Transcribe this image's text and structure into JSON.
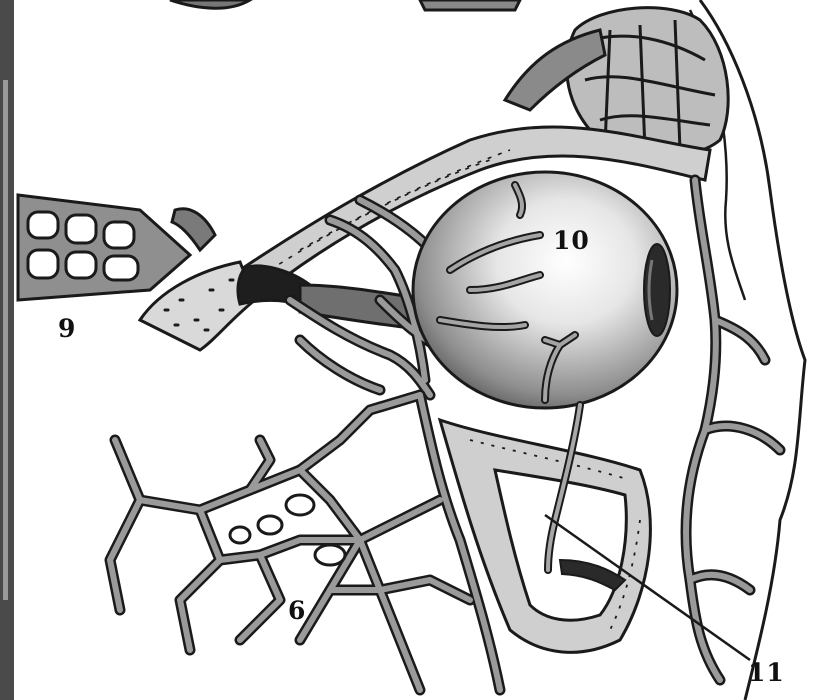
{
  "labels": {
    "nine": "9",
    "ten": "10",
    "six": "6",
    "eleven": "11"
  },
  "colors": {
    "outline": "#1a1a1a",
    "vessel_fill": "#8a8a8a",
    "vessel_highlight": "#d8d8d8",
    "eye_light": "#f4f4f4",
    "eye_dark": "#3c3c3c",
    "background": "#ffffff"
  }
}
